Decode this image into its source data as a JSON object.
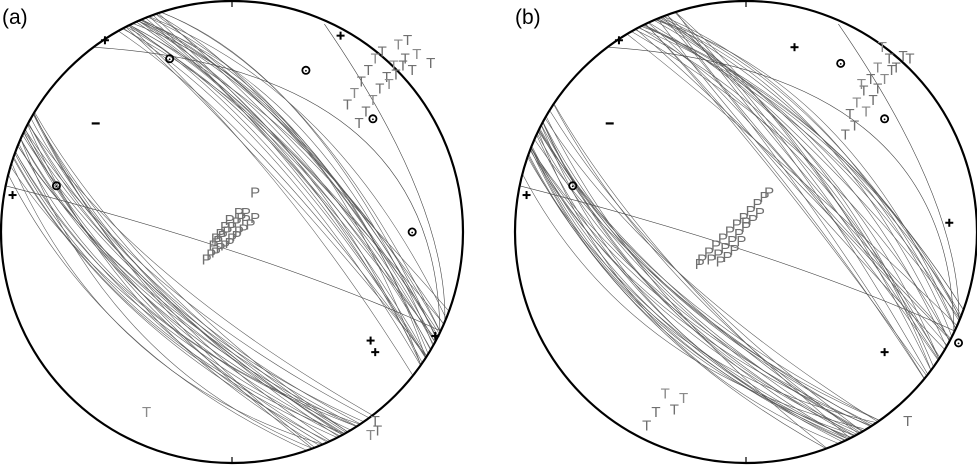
{
  "panels": [
    {
      "label": "(a)",
      "p_axes": [
        [
          0.08,
          0.01
        ],
        [
          0.06,
          0.03
        ],
        [
          0.05,
          -0.01
        ],
        [
          0.03,
          -0.02
        ],
        [
          0.02,
          -0.04
        ],
        [
          0.0,
          -0.05
        ],
        [
          -0.01,
          -0.07
        ],
        [
          -0.03,
          -0.08
        ],
        [
          -0.05,
          -0.09
        ],
        [
          -0.07,
          -0.11
        ],
        [
          -0.09,
          -0.12
        ],
        [
          -0.11,
          -0.14
        ],
        [
          0.04,
          0.04
        ],
        [
          0.02,
          0.02
        ],
        [
          0.0,
          0.0
        ],
        [
          -0.02,
          -0.02
        ],
        [
          -0.04,
          -0.04
        ],
        [
          -0.06,
          -0.06
        ],
        [
          -0.08,
          -0.08
        ],
        [
          0.1,
          0.04
        ],
        [
          0.06,
          0.06
        ],
        [
          -0.01,
          0.03
        ],
        [
          -0.03,
          -0.0
        ],
        [
          -0.05,
          -0.03
        ],
        [
          -0.07,
          -0.05
        ],
        [
          0.03,
          0.06
        ],
        [
          0.1,
          0.15
        ]
      ],
      "t_axes": [
        [
          0.72,
          0.79
        ],
        [
          0.75,
          0.73
        ],
        [
          0.78,
          0.68
        ],
        [
          0.7,
          0.7
        ],
        [
          0.67,
          0.65
        ],
        [
          0.64,
          0.6
        ],
        [
          0.61,
          0.55
        ],
        [
          0.58,
          0.5
        ],
        [
          0.55,
          0.45
        ],
        [
          0.62,
          0.73
        ],
        [
          0.59,
          0.68
        ],
        [
          0.56,
          0.63
        ],
        [
          0.53,
          0.58
        ],
        [
          0.5,
          0.53
        ],
        [
          0.65,
          0.76
        ],
        [
          0.68,
          0.62
        ],
        [
          0.71,
          0.66
        ],
        [
          0.74,
          0.7
        ],
        [
          0.8,
          0.75
        ],
        [
          0.86,
          0.71
        ],
        [
          0.76,
          0.81
        ],
        [
          -0.37,
          -0.8
        ],
        [
          0.63,
          -0.88
        ],
        [
          0.62,
          -0.84
        ],
        [
          0.6,
          -0.9
        ]
      ],
      "polarity_plus": [
        [
          -0.95,
          0.16
        ],
        [
          0.47,
          0.85
        ],
        [
          0.6,
          -0.47
        ],
        [
          0.62,
          -0.52
        ],
        [
          0.88,
          -0.45
        ],
        [
          -0.55,
          0.83
        ]
      ],
      "polarity_minus": [
        [
          -0.59,
          0.47
        ]
      ],
      "polarity_circle": [
        [
          -0.76,
          0.2
        ],
        [
          -0.27,
          0.75
        ],
        [
          0.32,
          0.7
        ],
        [
          0.61,
          0.49
        ],
        [
          0.78,
          0.0
        ]
      ],
      "nodal_planes": 60
    },
    {
      "label": "(b)",
      "p_axes": [
        [
          0.08,
          0.13
        ],
        [
          0.05,
          0.1
        ],
        [
          0.02,
          0.07
        ],
        [
          -0.01,
          0.04
        ],
        [
          -0.04,
          0.01
        ],
        [
          -0.07,
          -0.02
        ],
        [
          -0.1,
          -0.05
        ],
        [
          -0.13,
          -0.08
        ],
        [
          -0.16,
          -0.11
        ],
        [
          -0.19,
          -0.14
        ],
        [
          -0.2,
          -0.16
        ],
        [
          0.06,
          0.06
        ],
        [
          0.03,
          0.03
        ],
        [
          0.0,
          0.0
        ],
        [
          -0.03,
          -0.03
        ],
        [
          -0.06,
          -0.06
        ],
        [
          -0.09,
          -0.09
        ],
        [
          -0.12,
          -0.12
        ],
        [
          -0.15,
          -0.14
        ],
        [
          0.1,
          0.15
        ],
        [
          -0.05,
          -0.1
        ],
        [
          -0.08,
          -0.13
        ],
        [
          -0.11,
          -0.15
        ],
        [
          -0.02,
          -0.06
        ],
        [
          0.0,
          0.02
        ]
      ],
      "t_axes": [
        [
          0.59,
          0.78
        ],
        [
          0.62,
          0.73
        ],
        [
          0.65,
          0.69
        ],
        [
          0.57,
          0.69
        ],
        [
          0.54,
          0.64
        ],
        [
          0.51,
          0.59
        ],
        [
          0.48,
          0.54
        ],
        [
          0.45,
          0.49
        ],
        [
          0.57,
          0.6
        ],
        [
          0.6,
          0.64
        ],
        [
          0.63,
          0.68
        ],
        [
          0.55,
          0.55
        ],
        [
          0.52,
          0.5
        ],
        [
          0.47,
          0.44
        ],
        [
          0.68,
          0.74
        ],
        [
          0.5,
          0.62
        ],
        [
          0.43,
          0.4
        ],
        [
          0.71,
          0.73
        ],
        [
          -0.35,
          -0.72
        ],
        [
          -0.39,
          -0.8
        ],
        [
          -0.31,
          -0.79
        ],
        [
          -0.27,
          -0.74
        ],
        [
          -0.43,
          -0.86
        ],
        [
          0.7,
          -0.84
        ]
      ],
      "polarity_plus": [
        [
          -0.95,
          0.16
        ],
        [
          0.21,
          0.8
        ],
        [
          0.88,
          0.04
        ],
        [
          0.6,
          -0.52
        ],
        [
          -0.55,
          0.83
        ]
      ],
      "polarity_minus": [
        [
          -0.59,
          0.47
        ]
      ],
      "polarity_circle": [
        [
          -0.75,
          0.2
        ],
        [
          0.41,
          0.73
        ],
        [
          0.6,
          0.49
        ],
        [
          0.92,
          -0.48
        ]
      ],
      "nodal_planes": 60
    }
  ]
}
